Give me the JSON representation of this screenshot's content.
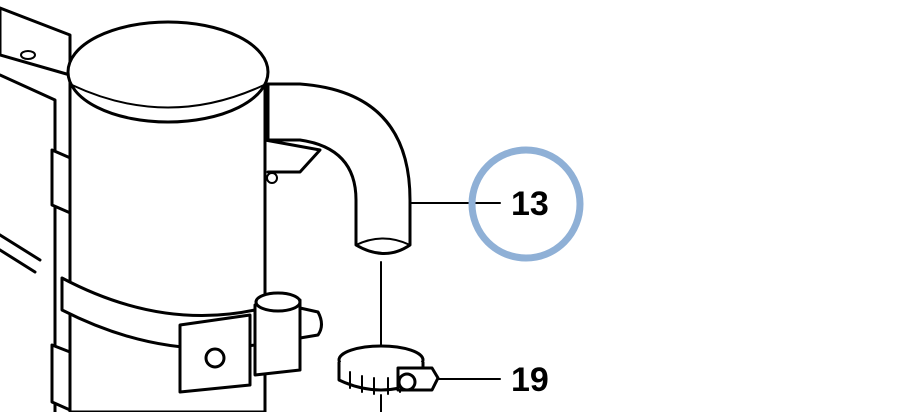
{
  "diagram": {
    "callouts": [
      {
        "id": "13",
        "label": "13",
        "highlighted": true
      },
      {
        "id": "19",
        "label": "19",
        "highlighted": false
      }
    ],
    "highlight_color": "#8fb0d6"
  }
}
